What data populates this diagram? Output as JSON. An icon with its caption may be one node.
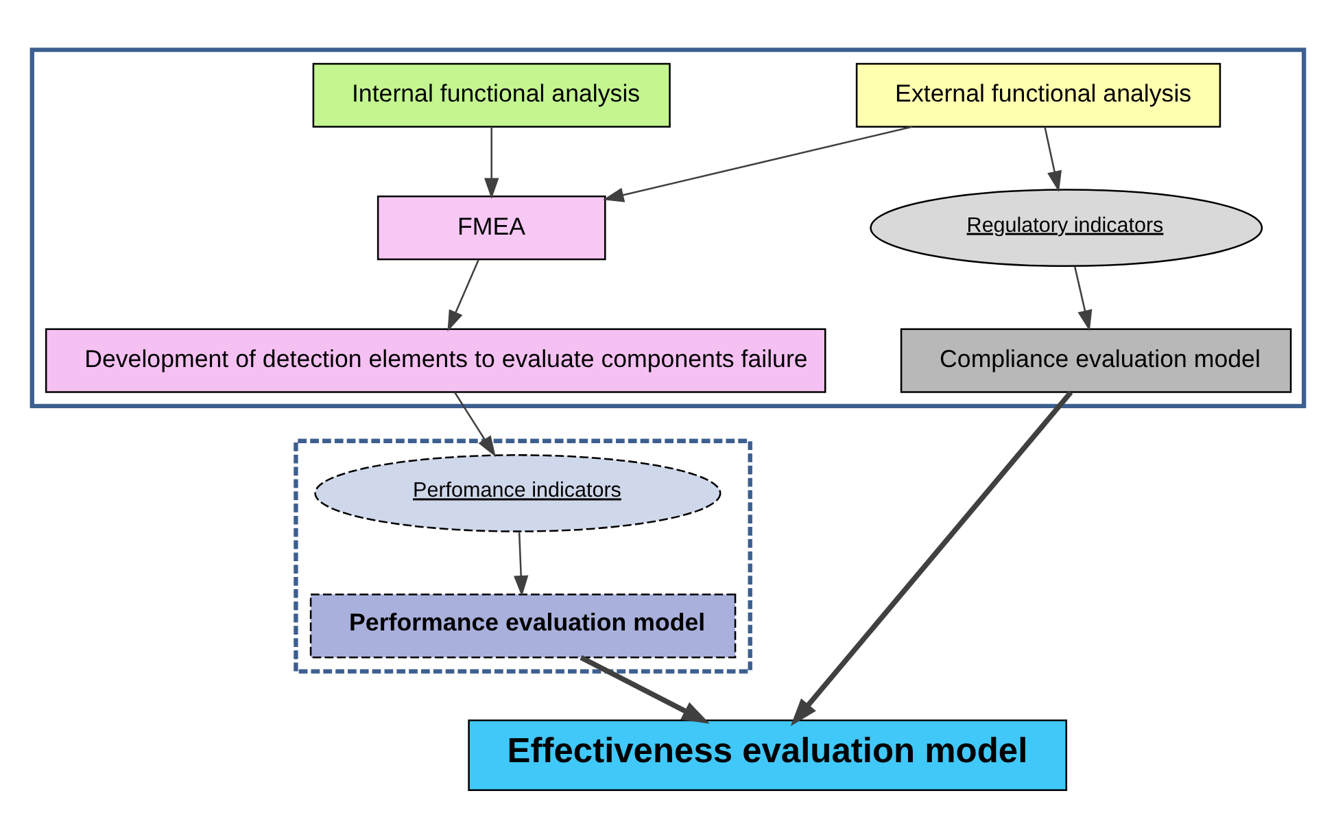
{
  "diagram": {
    "nodes": [
      {
        "text": [],
        "shape": "box"
      },
      {
        "text": [
          "External functional analysis"
        ],
        "in": 0
      },
      {
        "text": [
          "Internal functional analysis"
        ],
        "in": 0
      },
      {
        "text": [
          "FMEA"
        ],
        "in": 0
      },
      {
        "text": [
          "Development of detection elements to evaluate components failure"
        ],
        "in": 0
      },
      {
        "text": [],
        "shape": "box"
      },
      {
        "text": [
          "Regulatory indicators"
        ],
        "in": 0
      },
      {
        "text": [
          "Perfomance indicators"
        ],
        "in": 5
      },
      {
        "text": [
          "Compliance evaluation model"
        ],
        "in": 0
      },
      {
        "text": [
          "Performance evaluation model"
        ],
        "in": 5
      },
      {
        "text": [
          "Effectiveness evaluation model"
        ]
      }
    ],
    "edges": [
      {
        "from": 1,
        "to": 6,
        "arrow": "to"
      },
      {
        "from": 1,
        "to": 3,
        "arrow": "to"
      },
      {
        "from": 2,
        "to": 3,
        "arrow": "to"
      },
      {
        "from": 3,
        "to": 4,
        "arrow": "to"
      },
      {
        "from": 4,
        "to": 7,
        "arrow": "to"
      },
      {
        "from": 6,
        "to": 8,
        "arrow": "to"
      },
      {
        "from": 7,
        "to": 9,
        "arrow": "to"
      },
      {
        "from": 8,
        "to": 10,
        "arrow": "to",
        "style": "thick"
      },
      {
        "from": 9,
        "to": 10,
        "arrow": "to",
        "style": "thick"
      }
    ]
  }
}
